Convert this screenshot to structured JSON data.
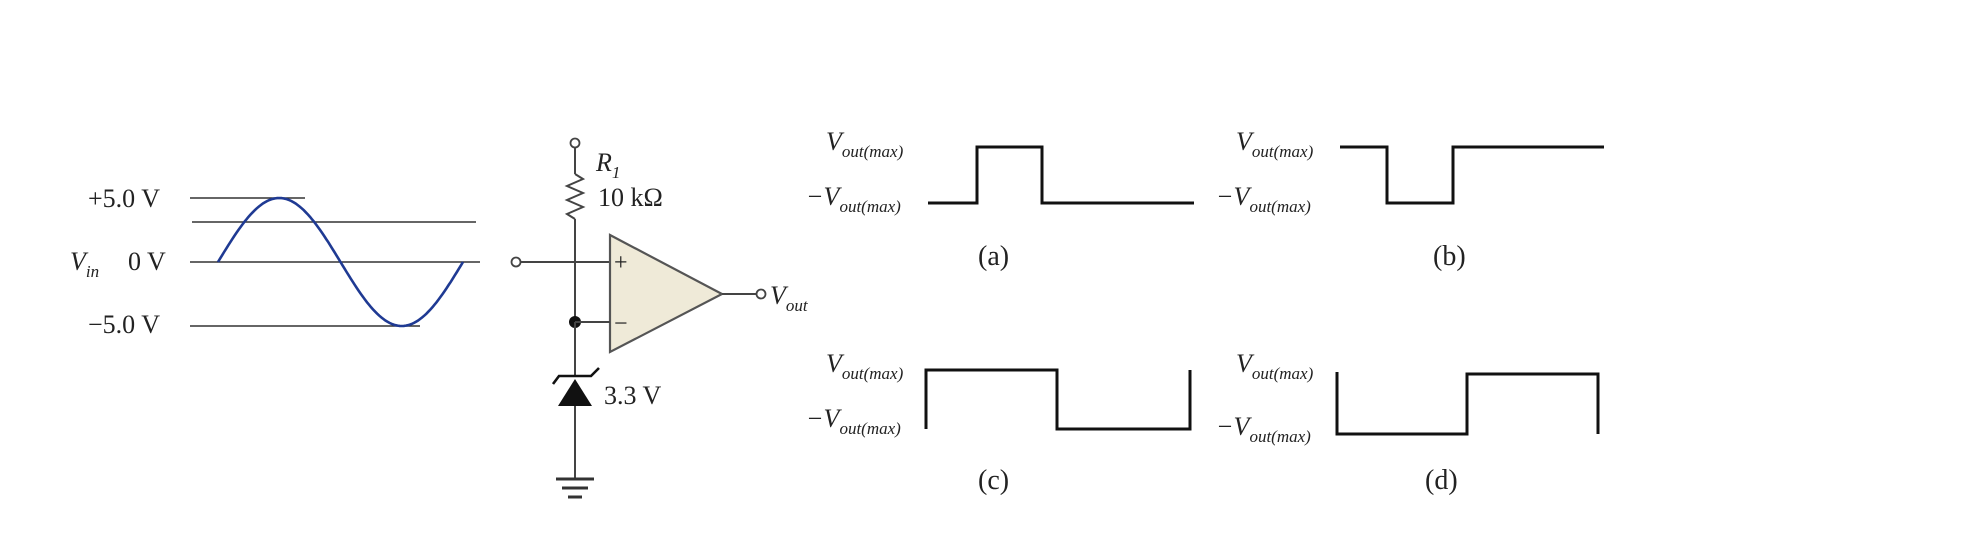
{
  "input_signal": {
    "pos_label": "+5.0 V",
    "zero_label": "0 V",
    "neg_label": "−5.0 V",
    "vin_symbol": "V",
    "vin_subscript": "in",
    "sine_color": "#1f3a93"
  },
  "circuit": {
    "resistor_symbol": "R",
    "resistor_subscript": "1",
    "resistor_value": "10 kΩ",
    "plus_sign": "+",
    "minus_sign": "−",
    "zener_label": "3.3 V",
    "vout_symbol": "V",
    "vout_subscript": "out",
    "opamp_fill": "#efead8"
  },
  "options": [
    {
      "caption": "(a)",
      "high_symbol": "V",
      "high_subscript": "out(max)",
      "low_symbol": "−V",
      "low_subscript": "out(max)"
    },
    {
      "caption": "(b)",
      "high_symbol": "V",
      "high_subscript": "out(max)",
      "low_symbol": "−V",
      "low_subscript": "out(max)"
    },
    {
      "caption": "(c)",
      "high_symbol": "V",
      "high_subscript": "out(max)",
      "low_symbol": "−V",
      "low_subscript": "out(max)"
    },
    {
      "caption": "(d)",
      "high_symbol": "V",
      "high_subscript": "out(max)",
      "low_symbol": "−V",
      "low_subscript": "out(max)"
    }
  ]
}
